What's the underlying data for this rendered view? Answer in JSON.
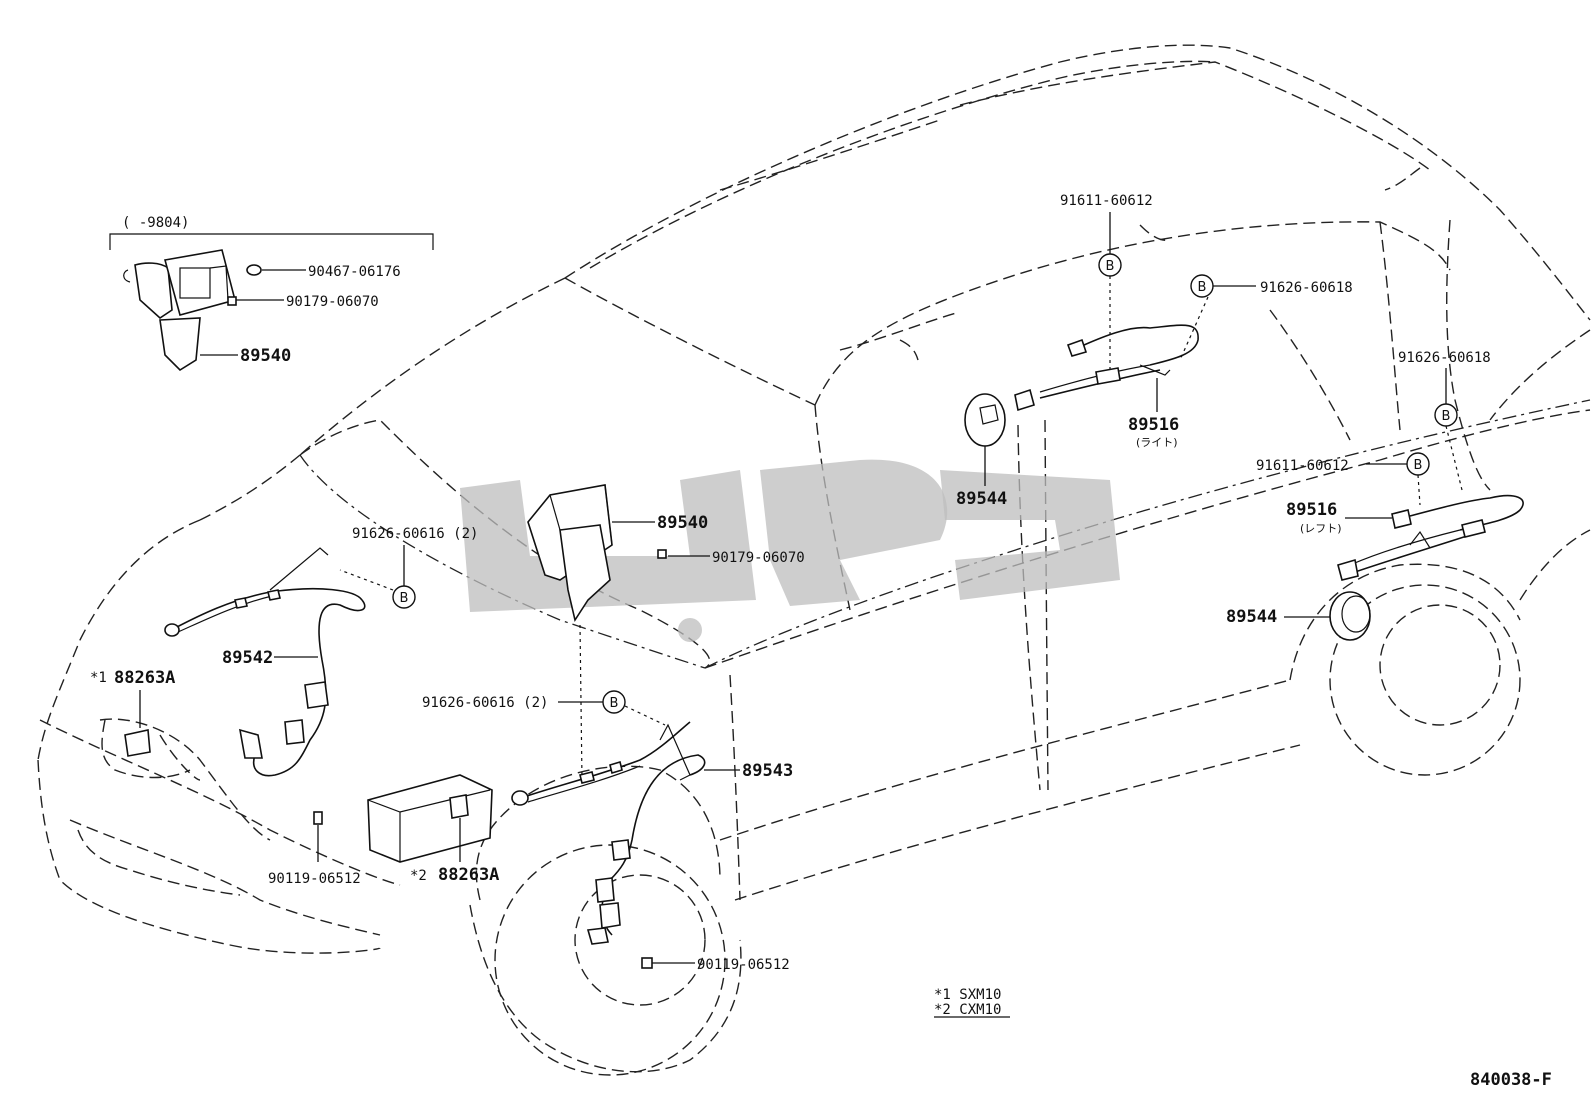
{
  "range_label": "(      -9804)",
  "ref_marker": "B",
  "parts": {
    "p90467": "90467-06176",
    "p90179_a": "90179-06070",
    "p89540_a": "89540",
    "p89540_b": "89540",
    "p90179_b": "90179-06070",
    "p91626_616_a": "91626-60616 (2)",
    "p91626_616_b": "91626-60616 (2)",
    "p89542": "89542",
    "p88263_1": "88263A",
    "p88263_2": "88263A",
    "p89543": "89543",
    "p90119_a": "90119-06512",
    "p90119_b": "90119-06512",
    "p91611_a": "91611-60612",
    "p91626_618_a": "91626-60618",
    "p89516_r": "89516",
    "p89516_r_sub": "(ライト)",
    "p89544_a": "89544",
    "p91626_618_b": "91626-60618",
    "p91611_b": "91611-60612",
    "p89516_l": "89516",
    "p89516_l_sub": "(レフト)",
    "p89544_b": "89544"
  },
  "markers": {
    "star1": "*1",
    "star2": "*2"
  },
  "notes": {
    "line1": "*1 SXM10",
    "line2": "*2 CXM10"
  },
  "figure_code": "840038-F"
}
